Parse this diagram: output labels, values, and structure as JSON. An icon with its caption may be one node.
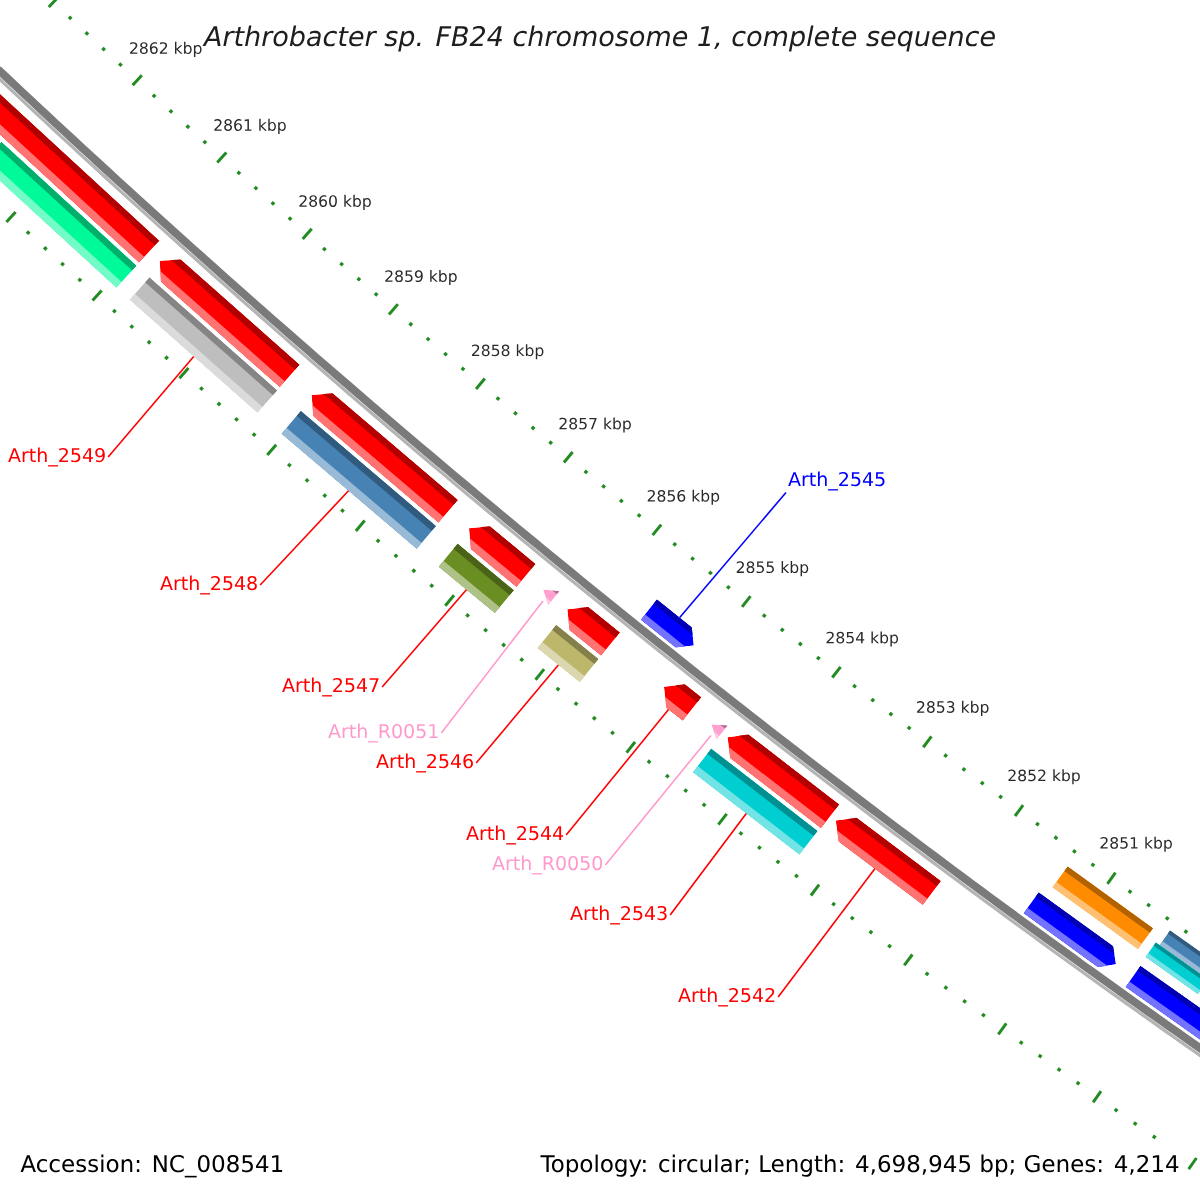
{
  "diagram": {
    "title": "Arthrobacter sp. FB24 chromosome 1, complete sequence",
    "nodes": [
      {
        "text": [
          "Arth_2549"
        ]
      },
      {
        "text": [
          "Arth_2545"
        ]
      },
      {
        "text": [
          "Arth_2548"
        ]
      },
      {
        "text": [
          "Arth_2547"
        ]
      },
      {
        "text": [
          "Arth_R0051"
        ]
      },
      {
        "text": [
          "Arth_2546"
        ]
      },
      {
        "text": [
          "Arth_2544"
        ]
      },
      {
        "text": [
          "Arth_R0050"
        ]
      },
      {
        "text": [
          "Arth_2543"
        ]
      },
      {
        "text": [
          "Arth_2542"
        ]
      },
      {
        "text": [],
        "shape": "bar"
      },
      {
        "text": [],
        "shape": "bar"
      },
      {
        "text": [],
        "shape": "pentagon"
      },
      {
        "text": [],
        "shape": "bar"
      },
      {
        "text": [],
        "shape": "pentagon"
      },
      {
        "text": [],
        "shape": "bar"
      },
      {
        "text": [],
        "shape": "pentagon"
      },
      {
        "text": [],
        "shape": "bar"
      },
      {
        "text": [],
        "shape": "triangle"
      },
      {
        "text": [],
        "shape": "pentagon"
      },
      {
        "text": [],
        "shape": "bar"
      },
      {
        "text": [],
        "shape": "pentagon"
      },
      {
        "text": [],
        "shape": "pentagon"
      },
      {
        "text": [],
        "shape": "triangle"
      },
      {
        "text": [],
        "shape": "pentagon"
      },
      {
        "text": [],
        "shape": "bar"
      },
      {
        "text": [],
        "shape": "pentagon"
      },
      {
        "text": [],
        "shape": "pentagon"
      },
      {
        "text": [],
        "shape": "bar"
      },
      {
        "text": [],
        "shape": "bar"
      },
      {
        "text": [],
        "shape": "bar"
      },
      {
        "text": [],
        "shape": "bar"
      }
    ],
    "edges": [
      {
        "from": 0,
        "to": 13,
        "arrow": "none"
      },
      {
        "from": 1,
        "to": 21,
        "arrow": "none",
        "color": "#0000ff"
      },
      {
        "from": 2,
        "to": 15,
        "arrow": "none"
      },
      {
        "from": 3,
        "to": 17,
        "arrow": "none"
      },
      {
        "from": 4,
        "to": 18,
        "arrow": "none",
        "color": "#ff99cc"
      },
      {
        "from": 5,
        "to": 20,
        "arrow": "none"
      },
      {
        "from": 6,
        "to": 22,
        "arrow": "none"
      },
      {
        "from": 7,
        "to": 23,
        "arrow": "none",
        "color": "#ff99cc"
      },
      {
        "from": 8,
        "to": 25,
        "arrow": "none"
      },
      {
        "from": 9,
        "to": 26,
        "arrow": "none"
      }
    ],
    "labels": [
      "2862 kbp",
      "2861 kbp",
      "2860 kbp",
      "2859 kbp",
      "2858 kbp",
      "2857 kbp",
      "2856 kbp",
      "2855 kbp",
      "2854 kbp",
      "2853 kbp",
      "2852 kbp",
      "2851 kbp",
      "Accession: NC_008541",
      "Topology: circular; Length: 4,698,945 bp; Genes: 4,214"
    ]
  }
}
